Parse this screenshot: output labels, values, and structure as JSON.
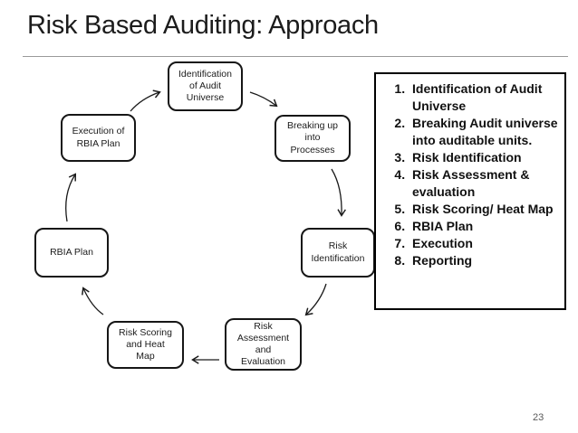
{
  "slide": {
    "title": "Risk Based Auditing: Approach",
    "page_number": "23"
  },
  "diagram": {
    "type": "cycle",
    "direction": "clockwise",
    "nodes": [
      {
        "id": "identification-of-audit-universe",
        "label": "Identification of Audit Universe"
      },
      {
        "id": "breaking-up-into-processes",
        "label": "Breaking up into Processes"
      },
      {
        "id": "risk-identification",
        "label": "Risk Identification"
      },
      {
        "id": "risk-assessment-and-evaluation",
        "label": "Risk Assessment and Evaluation"
      },
      {
        "id": "risk-scoring-and-heat-map",
        "label": "Risk Scoring and Heat Map"
      },
      {
        "id": "rbia-plan",
        "label": "RBIA Plan"
      },
      {
        "id": "execution-of-rbia-plan",
        "label": "Execution of RBIA Plan"
      }
    ],
    "edges": [
      "execution-of-rbia-plan -> identification-of-audit-universe",
      "identification-of-audit-universe -> breaking-up-into-processes",
      "breaking-up-into-processes -> risk-identification",
      "risk-identification -> risk-assessment-and-evaluation",
      "risk-assessment-and-evaluation -> risk-scoring-and-heat-map",
      "risk-scoring-and-heat-map -> rbia-plan",
      "rbia-plan -> execution-of-rbia-plan"
    ]
  },
  "summary_list": {
    "items": [
      "Identification of Audit Universe",
      "Breaking Audit universe into auditable units.",
      "Risk Identification",
      "Risk Assessment & evaluation",
      "Risk Scoring/ Heat Map",
      "RBIA Plan",
      "Execution",
      "Reporting"
    ]
  },
  "colors": {
    "background": "#ffffff",
    "text": "#1c1c1c",
    "node_border": "#161616",
    "panel_border": "#000000",
    "title_rule": "#9a9a9a",
    "page_number": "#595959"
  }
}
